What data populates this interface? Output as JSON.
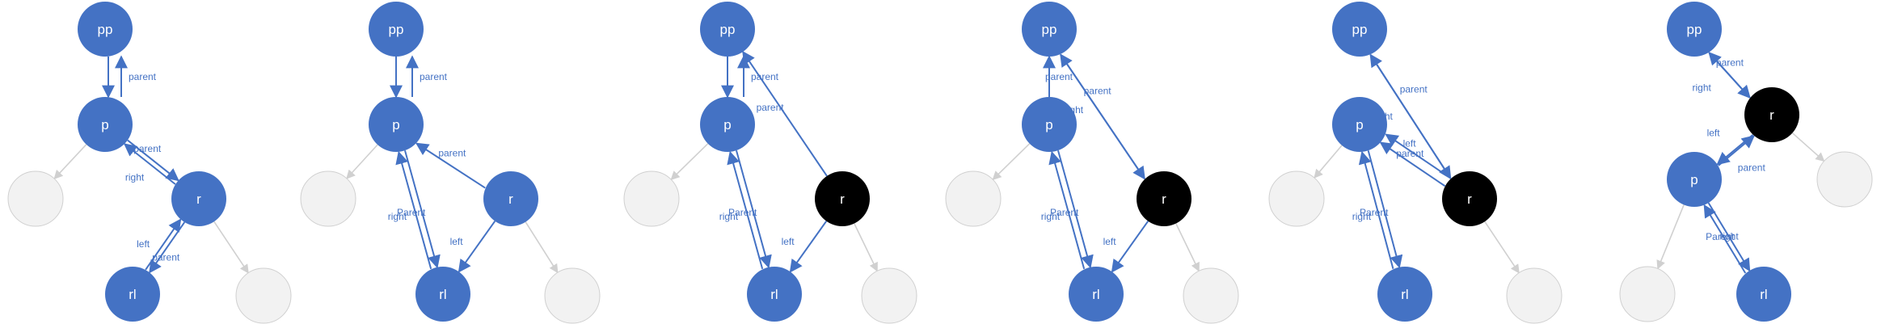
{
  "colors": {
    "node": "#4472c4",
    "highlight_node": "#000000",
    "empty_node_fill": "#f2f2f2",
    "empty_node_stroke": "#d0d0d0",
    "edge": "#4472c4",
    "null_edge": "#d0d0d0",
    "label_text": "#ffffff",
    "edge_text": "#4472c4"
  },
  "panels": [
    {
      "name": "panel-1",
      "nodes": [
        {
          "id": "pp",
          "label": "pp",
          "style": "node"
        },
        {
          "id": "p",
          "label": "p",
          "style": "node"
        },
        {
          "id": "r",
          "label": "r",
          "style": "node"
        },
        {
          "id": "rl",
          "label": "rl",
          "style": "node"
        },
        {
          "id": "n1",
          "label": "",
          "style": "empty"
        },
        {
          "id": "n2",
          "label": "",
          "style": "empty"
        }
      ],
      "edges": [
        {
          "label": "",
          "kind": "arrow"
        },
        {
          "label": "parent",
          "kind": "arrow"
        },
        {
          "label": "right",
          "kind": "arrow"
        },
        {
          "label": "parent",
          "kind": "arrow"
        },
        {
          "label": "left",
          "kind": "arrow"
        },
        {
          "label": "parent",
          "kind": "arrow"
        },
        {
          "label": "",
          "kind": "null"
        },
        {
          "label": "",
          "kind": "null"
        }
      ]
    },
    {
      "name": "panel-2",
      "nodes": [
        {
          "id": "pp",
          "label": "pp",
          "style": "node"
        },
        {
          "id": "p",
          "label": "p",
          "style": "node"
        },
        {
          "id": "r",
          "label": "r",
          "style": "node"
        },
        {
          "id": "rl",
          "label": "rl",
          "style": "node"
        },
        {
          "id": "n1",
          "label": "",
          "style": "empty"
        },
        {
          "id": "n2",
          "label": "",
          "style": "empty"
        }
      ],
      "edges": [
        {
          "label": "",
          "kind": "arrow"
        },
        {
          "label": "parent",
          "kind": "arrow"
        },
        {
          "label": "right",
          "kind": "arrow"
        },
        {
          "label": "Parent",
          "kind": "arrow"
        },
        {
          "label": "parent",
          "kind": "arrow"
        },
        {
          "label": "left",
          "kind": "arrow"
        },
        {
          "label": "",
          "kind": "null"
        },
        {
          "label": "",
          "kind": "null"
        }
      ]
    },
    {
      "name": "panel-3",
      "nodes": [
        {
          "id": "pp",
          "label": "pp",
          "style": "node"
        },
        {
          "id": "p",
          "label": "p",
          "style": "node"
        },
        {
          "id": "r",
          "label": "r",
          "style": "highlight"
        },
        {
          "id": "rl",
          "label": "rl",
          "style": "node"
        },
        {
          "id": "n1",
          "label": "",
          "style": "empty"
        },
        {
          "id": "n2",
          "label": "",
          "style": "empty"
        }
      ],
      "edges": [
        {
          "label": "",
          "kind": "arrow"
        },
        {
          "label": "parent",
          "kind": "arrow"
        },
        {
          "label": "right",
          "kind": "arrow"
        },
        {
          "label": "Parent",
          "kind": "arrow"
        },
        {
          "label": "parent",
          "kind": "arrow"
        },
        {
          "label": "left",
          "kind": "arrow"
        },
        {
          "label": "",
          "kind": "null"
        },
        {
          "label": "",
          "kind": "null"
        }
      ]
    },
    {
      "name": "panel-4",
      "nodes": [
        {
          "id": "pp",
          "label": "pp",
          "style": "node"
        },
        {
          "id": "p",
          "label": "p",
          "style": "node"
        },
        {
          "id": "r",
          "label": "r",
          "style": "highlight"
        },
        {
          "id": "rl",
          "label": "rl",
          "style": "node"
        },
        {
          "id": "n1",
          "label": "",
          "style": "empty"
        },
        {
          "id": "n2",
          "label": "",
          "style": "empty"
        }
      ],
      "edges": [
        {
          "label": "parent",
          "kind": "arrow"
        },
        {
          "label": "right",
          "kind": "arrow"
        },
        {
          "label": "parent",
          "kind": "arrow"
        },
        {
          "label": "right",
          "kind": "arrow"
        },
        {
          "label": "Parent",
          "kind": "arrow"
        },
        {
          "label": "left",
          "kind": "arrow"
        },
        {
          "label": "",
          "kind": "null"
        },
        {
          "label": "",
          "kind": "null"
        }
      ]
    },
    {
      "name": "panel-5",
      "nodes": [
        {
          "id": "pp",
          "label": "pp",
          "style": "node"
        },
        {
          "id": "p",
          "label": "p",
          "style": "node"
        },
        {
          "id": "r",
          "label": "r",
          "style": "highlight"
        },
        {
          "id": "rl",
          "label": "rl",
          "style": "node"
        },
        {
          "id": "n1",
          "label": "",
          "style": "empty"
        },
        {
          "id": "n2",
          "label": "",
          "style": "empty"
        }
      ],
      "edges": [
        {
          "label": "right",
          "kind": "arrow"
        },
        {
          "label": "parent",
          "kind": "arrow"
        },
        {
          "label": "left",
          "kind": "arrow"
        },
        {
          "label": "parent",
          "kind": "arrow"
        },
        {
          "label": "right",
          "kind": "arrow"
        },
        {
          "label": "Parent",
          "kind": "arrow"
        },
        {
          "label": "",
          "kind": "null"
        },
        {
          "label": "",
          "kind": "null"
        }
      ]
    },
    {
      "name": "panel-6",
      "nodes": [
        {
          "id": "pp",
          "label": "pp",
          "style": "node"
        },
        {
          "id": "r",
          "label": "r",
          "style": "highlight"
        },
        {
          "id": "p",
          "label": "p",
          "style": "node"
        },
        {
          "id": "rl",
          "label": "rl",
          "style": "node"
        },
        {
          "id": "n1",
          "label": "",
          "style": "empty"
        },
        {
          "id": "n2",
          "label": "",
          "style": "empty"
        }
      ],
      "edges": [
        {
          "label": "parent",
          "kind": "arrow"
        },
        {
          "label": "right",
          "kind": "arrow"
        },
        {
          "label": "left",
          "kind": "arrow"
        },
        {
          "label": "parent",
          "kind": "arrow"
        },
        {
          "label": "right",
          "kind": "arrow"
        },
        {
          "label": "Parent",
          "kind": "arrow"
        },
        {
          "label": "",
          "kind": "null"
        },
        {
          "label": "",
          "kind": "null"
        }
      ]
    }
  ]
}
